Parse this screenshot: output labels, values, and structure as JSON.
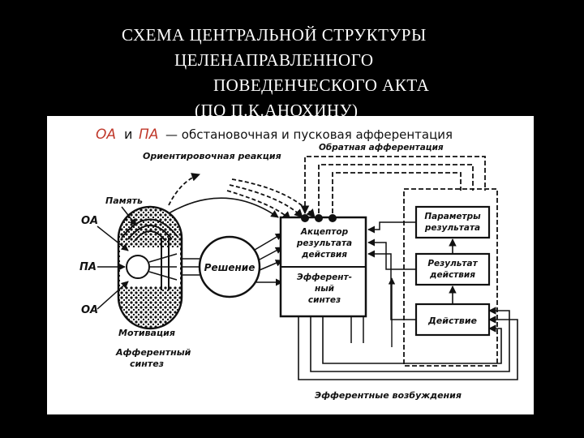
{
  "title": {
    "line1": "СХЕМА ЦЕНТРАЛЬНОЙ СТРУКТУРЫ",
    "line2": "ЦЕЛЕНАПРАВЛЕННОГО",
    "line3": "ПОВЕДЕНЧЕСКОГО АКТА",
    "line4": "(ПО П.К.АНОХИНУ)"
  },
  "diagram": {
    "legend": {
      "oa": "ОА",
      "and": "и",
      "pa": "ПА",
      "rest": "— обстановочная и пусковая афферентация"
    },
    "labels": {
      "orient": "Ориентировочная реакция",
      "feedback": "Обратная афферентация",
      "memory": "Память",
      "oa_top": "ОА",
      "pa": "ПА",
      "oa_bottom": "ОА",
      "motivation": "Мотивация",
      "afferent_line1": "Афферентный",
      "afferent_line2": "синтез",
      "decision": "Решение",
      "acceptor_line1": "Акцептор",
      "acceptor_line2": "результата",
      "acceptor_line3": "действия",
      "efferent_line1": "Эфферент-",
      "efferent_line2": "ный",
      "efferent_line3": "синтез",
      "params_line1": "Параметры",
      "params_line2": "результата",
      "result_line1": "Результат",
      "result_line2": "действия",
      "action": "Действие",
      "excitations": "Эфферентные возбуждения"
    }
  }
}
